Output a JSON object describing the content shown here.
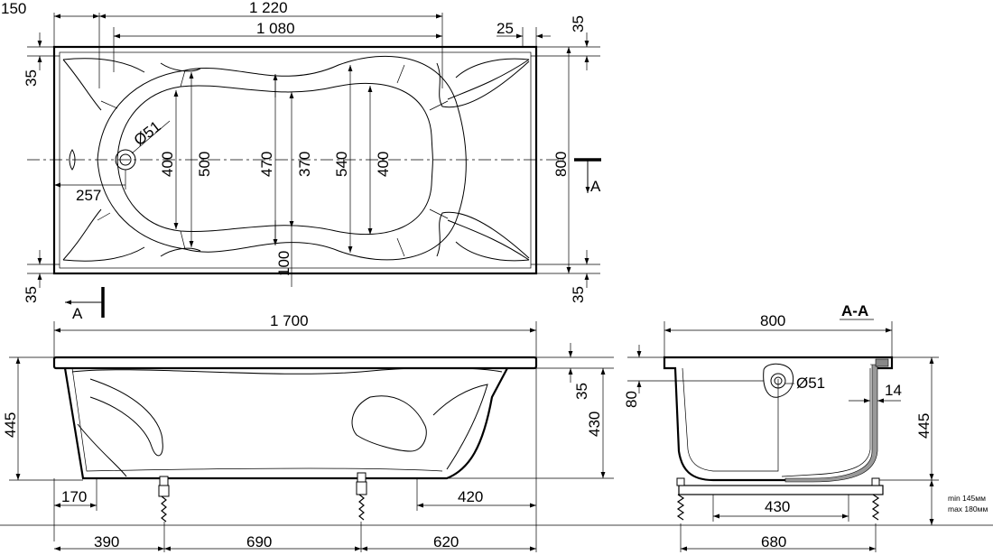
{
  "top_view": {
    "dims": {
      "d150": "150",
      "d1220": "1 220",
      "d1080": "1 080",
      "d25": "25",
      "d35_top_left": "35",
      "d35_top_right": "35",
      "d35_bottom_left": "35",
      "d35_bottom_right": "35",
      "d51": "Ø51",
      "d400_left": "400",
      "d500": "500",
      "d470": "470",
      "d370": "370",
      "d540": "540",
      "d400_right": "400",
      "d800": "800",
      "d257": "257",
      "d100": "100"
    },
    "section_label_right": "A",
    "section_label_left": "A"
  },
  "front_view": {
    "dims": {
      "d1700": "1 700",
      "d445": "445",
      "d35": "35",
      "d430": "430",
      "d170": "170",
      "d420": "420",
      "d390": "390",
      "d690": "690",
      "d620": "620"
    }
  },
  "section_view": {
    "title": "А-А",
    "dims": {
      "d800": "800",
      "d80": "80",
      "d51": "Ø51",
      "d14": "14",
      "d445": "445",
      "d430": "430",
      "d680": "680"
    },
    "note_min": "min 145мм",
    "note_max": "max 180мм"
  }
}
